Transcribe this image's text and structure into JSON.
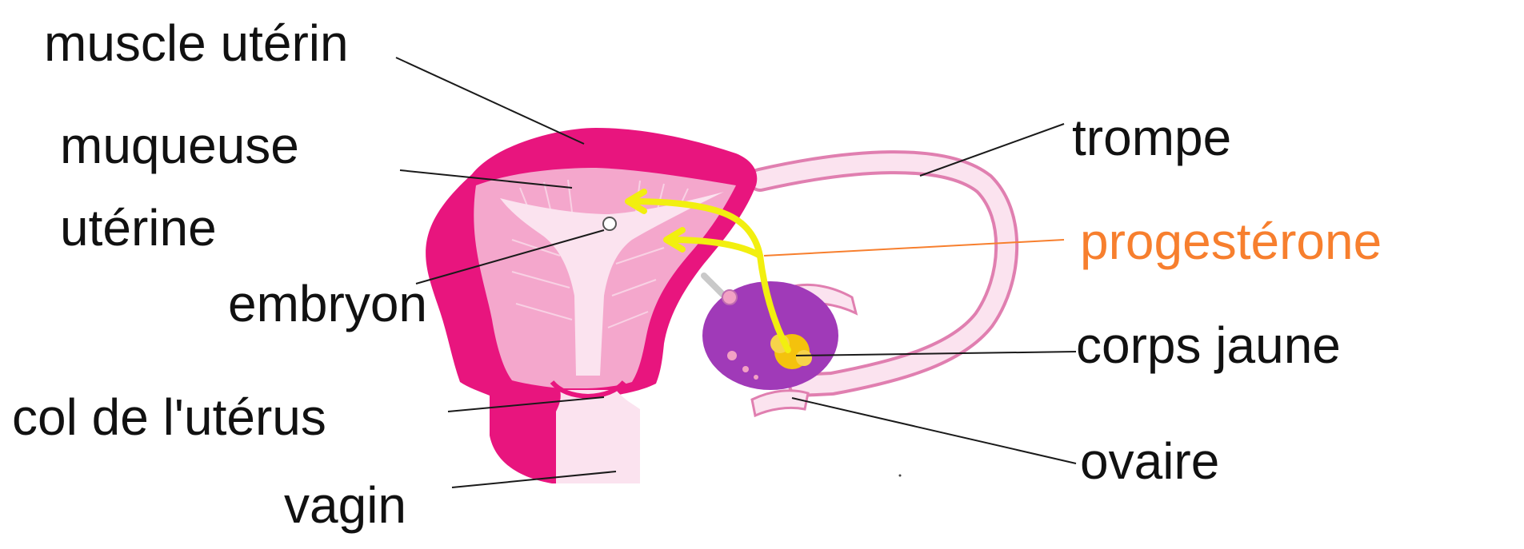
{
  "labels": {
    "muscle_uterin": "muscle utérin",
    "muqueuse": "muqueuse",
    "uterine": "utérine",
    "embryon": "embryon",
    "col": "col de l'utérus",
    "vagin": "vagin",
    "trompe": "trompe",
    "progesterone": "progestérone",
    "corps_jaune": "corps jaune",
    "ovaire": "ovaire"
  },
  "colors": {
    "muscle": "#e8157e",
    "muqueuse": "#f4a7cc",
    "cavity": "#fbe3ef",
    "ovary": "#a03ab8",
    "corpus_luteum": "#f4c20d",
    "hormone_arrow": "#f2ef0f",
    "accent_text": "#f77f2e",
    "label_text": "#111111",
    "leader_line": "#1a1a1a"
  }
}
